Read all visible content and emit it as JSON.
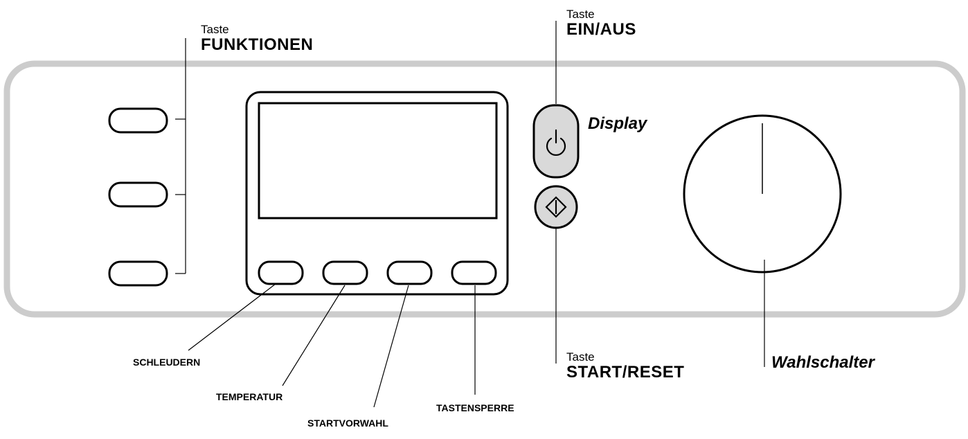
{
  "labels": {
    "funktionen": {
      "prefix": "Taste",
      "name": "FUNKTIONEN"
    },
    "ein_aus": {
      "prefix": "Taste",
      "name": "EIN/AUS"
    },
    "start_reset": {
      "prefix": "Taste",
      "name": "START/RESET"
    },
    "display": "Display",
    "wahlschalter": "Wahlschalter",
    "schleudern": "SCHLEUDERN",
    "temperatur": "TEMPERATUR",
    "startvorwahl": "STARTVORWAHL",
    "tastensperre": "TASTENSPERRE"
  },
  "icons": {
    "power": "power-icon",
    "start": "start-diamond-icon"
  },
  "colors": {
    "panel_outline": "#cccccc",
    "power_button_fill": "#d9d9d9"
  }
}
